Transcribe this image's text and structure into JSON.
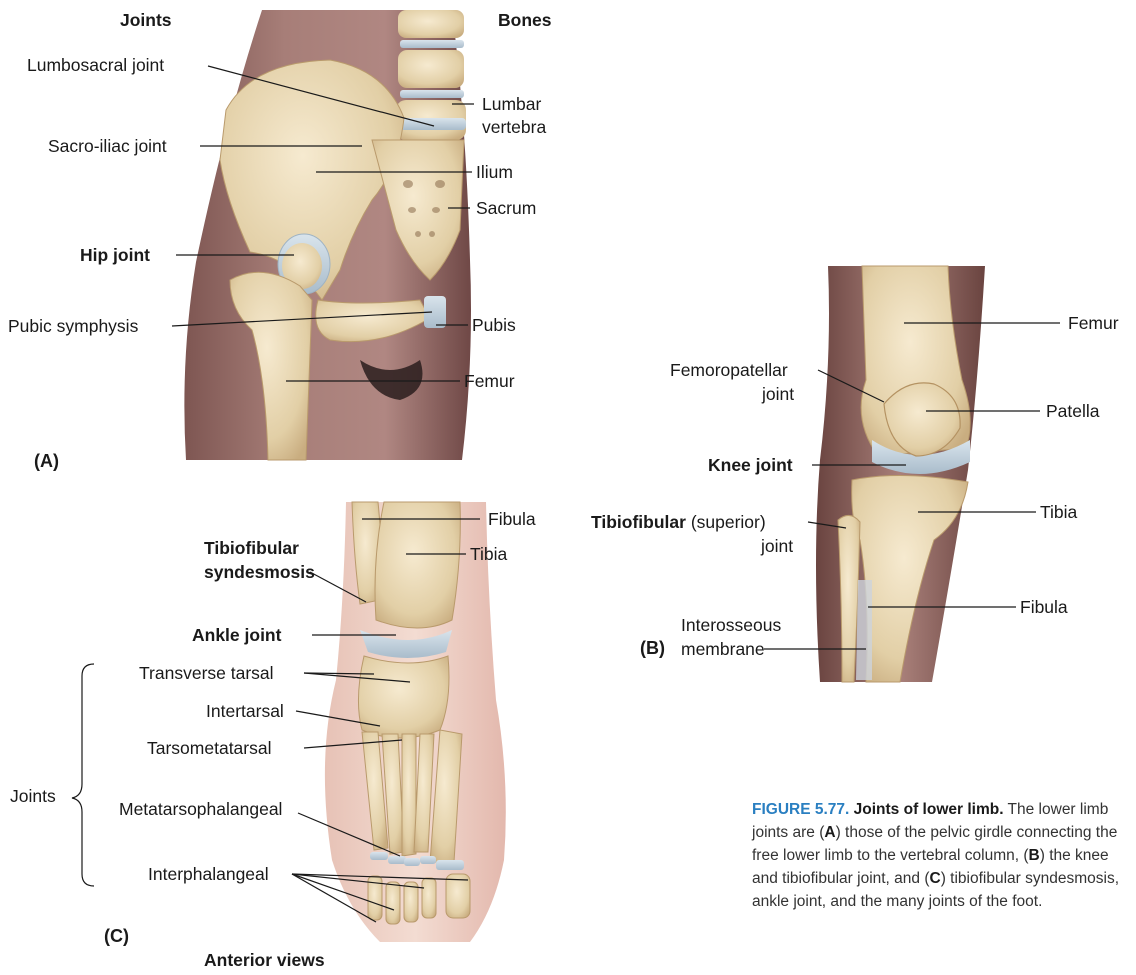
{
  "panel_a": {
    "header_joints": "Joints",
    "header_bones": "Bones",
    "letter": "(A)",
    "joints": {
      "lumbosacral": "Lumbosacral joint",
      "sacroiliac": "Sacro-iliac joint",
      "hip": "Hip joint",
      "pubic": "Pubic symphysis"
    },
    "bones": {
      "lumbar_1": "Lumbar",
      "lumbar_2": "vertebra",
      "ilium": "Ilium",
      "sacrum": "Sacrum",
      "pubis": "Pubis",
      "femur": "Femur"
    }
  },
  "panel_b": {
    "letter": "(B)",
    "femur": "Femur",
    "femoropatellar_1": "Femoropatellar",
    "femoropatellar_2": "joint",
    "patella": "Patella",
    "knee": "Knee joint",
    "tibiofibular_bold": "Tibiofibular",
    "tibiofibular_rest": " (superior)",
    "tibiofibular_2": "joint",
    "tibia": "Tibia",
    "fibula": "Fibula",
    "interosseous_1": "Interosseous",
    "interosseous_2": "membrane"
  },
  "panel_c": {
    "letter": "(C)",
    "fibula": "Fibula",
    "tibia": "Tibia",
    "syndesmosis_1": "Tibiofibular",
    "syndesmosis_2": "syndesmosis",
    "ankle": "Ankle joint",
    "transverse": "Transverse tarsal",
    "intertarsal": "Intertarsal",
    "tarsometatarsal": "Tarsometatarsal",
    "joints_bracket": "Joints",
    "metatarsophalangeal": "Metatarsophalangeal",
    "interphalangeal": "Interphalangeal",
    "anterior_views": "Anterior views"
  },
  "caption": {
    "number": "FIGURE 5.77.",
    "title": "Joints of lower limb.",
    "t1": " The lower limb joints are (",
    "a": "A",
    "t2": ") those of the pelvic girdle connecting the free lower limb to the vertebral column, (",
    "b": "B",
    "t3": ") the knee and tibiofibular joint, and (",
    "c": "C",
    "t4": ") tibiofibular syndesmosis, ankle joint, and the many joints of the foot."
  }
}
